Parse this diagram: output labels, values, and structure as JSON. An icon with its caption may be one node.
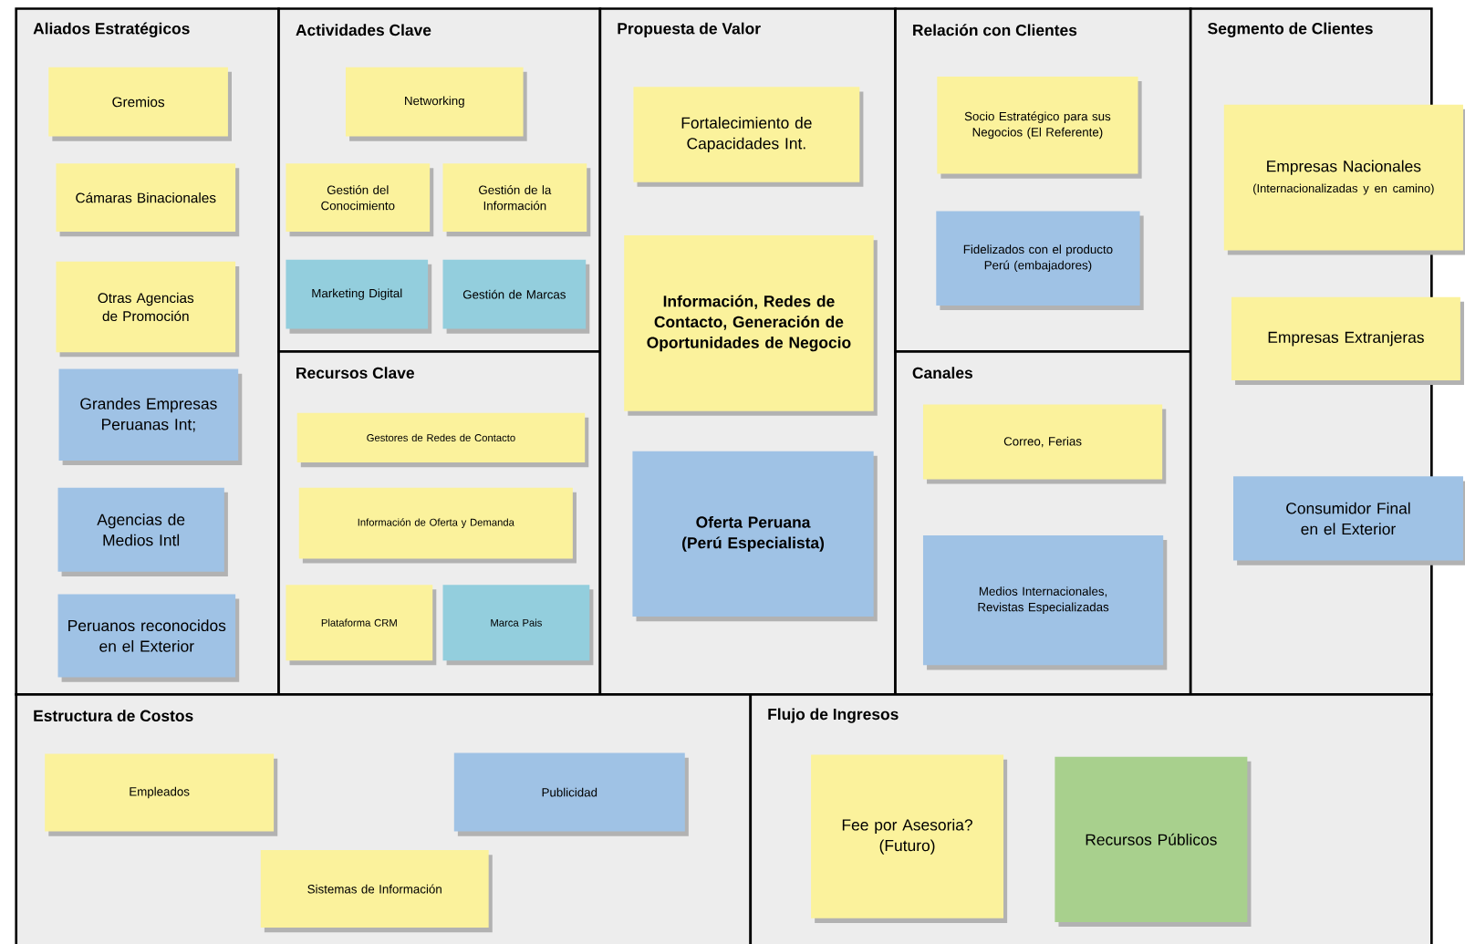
{
  "diagram": {
    "nodes": [
      {
        "text": [
          "Aliados Estratégicos"
        ]
      },
      {
        "text": [
          "Gremios"
        ],
        "in": 0
      },
      {
        "text": [
          "Cámaras Binacionales"
        ],
        "in": 0
      },
      {
        "text": [
          "Otras Agencias de Promoción"
        ],
        "in": 0
      },
      {
        "text": [
          "Grandes Empresas Peruanas Int;"
        ],
        "in": 0
      },
      {
        "text": [
          "Agencias de Medios Intl"
        ],
        "in": 0
      },
      {
        "text": [
          "Peruanos reconocidos en el Exterior"
        ],
        "in": 0
      },
      {
        "text": [
          "Actividades Clave"
        ]
      },
      {
        "text": [
          "Networking"
        ],
        "in": 7
      },
      {
        "text": [
          "Gestión del Conocimiento"
        ],
        "in": 7
      },
      {
        "text": [
          "Gestión de la Información"
        ],
        "in": 7
      },
      {
        "text": [
          "Marketing Digital"
        ],
        "in": 7
      },
      {
        "text": [
          "Gestión de Marcas"
        ],
        "in": 7
      },
      {
        "text": [
          "Recursos Clave"
        ]
      },
      {
        "text": [
          "Gestores de Redes de Contacto"
        ],
        "in": 13
      },
      {
        "text": [
          "Información de Oferta y Demanda"
        ],
        "in": 13
      },
      {
        "text": [
          "Plataforma CRM"
        ],
        "in": 13
      },
      {
        "text": [
          "Marca Pais"
        ],
        "in": 13
      },
      {
        "text": [
          "Propuesta de Valor"
        ]
      },
      {
        "text": [
          "Fortalecimiento de Capacidades Int."
        ],
        "in": 18
      },
      {
        "text": [
          "Información, Redes de Contacto, Generación de Oportunidades de Negocio"
        ],
        "in": 18
      },
      {
        "text": [
          "Oferta Peruana (Perú Especialista)"
        ],
        "in": 18
      },
      {
        "text": [
          "Relación con Clientes"
        ]
      },
      {
        "text": [
          "Socio Estratégico para sus Negocios (El Referente)"
        ],
        "in": 22
      },
      {
        "text": [
          "Fidelizados con el producto Perú (embajadores)"
        ],
        "in": 22
      },
      {
        "text": [
          "Canales"
        ]
      },
      {
        "text": [
          "Correo, Ferias"
        ],
        "in": 25
      },
      {
        "text": [
          "Medios Internacionales, Revistas Especializadas"
        ],
        "in": 25
      },
      {
        "text": [
          "Segmento de Clientes"
        ]
      },
      {
        "text": [
          "Empresas Nacionales",
          "(Internacionalizadas y en camino)"
        ],
        "in": 28
      },
      {
        "text": [
          "Empresas Extranjeras"
        ],
        "in": 28
      },
      {
        "text": [
          "Consumidor Final en el Exterior"
        ],
        "in": 28
      },
      {
        "text": [
          "Estructura de Costos"
        ]
      },
      {
        "text": [
          "Empleados"
        ],
        "in": 32
      },
      {
        "text": [
          "Publicidad"
        ],
        "in": 32
      },
      {
        "text": [
          "Sistemas de Información"
        ],
        "in": 32
      },
      {
        "text": [
          "Flujo de Ingresos"
        ]
      },
      {
        "text": [
          "Fee por Asesoria? (Futuro)"
        ],
        "in": 36
      },
      {
        "text": [
          "Recursos Públicos"
        ],
        "in": 36
      }
    ]
  }
}
